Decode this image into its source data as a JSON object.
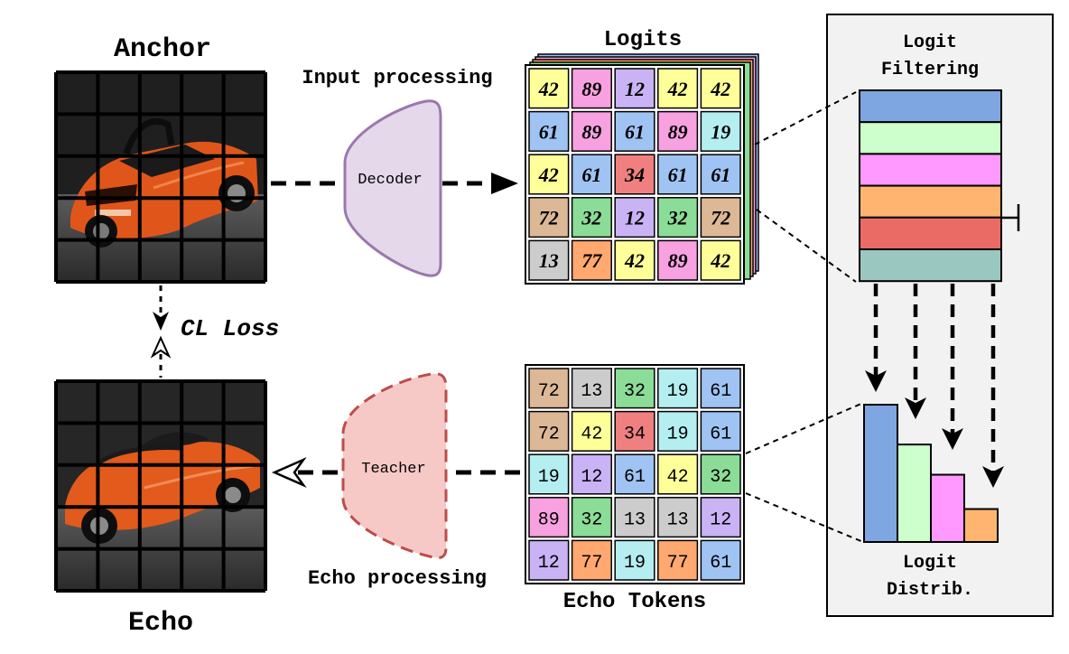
{
  "labels": {
    "anchor": "Anchor",
    "echo": "Echo",
    "input_processing": "Input processing",
    "echo_processing": "Echo processing",
    "logits": "Logits",
    "echo_tokens": "Echo Tokens",
    "cl_loss": "CL Loss",
    "decoder": "Decoder",
    "teacher": "Teacher",
    "logit_filtering_line1": "Logit",
    "logit_filtering_line2": "Filtering",
    "logit_distrib_line1": "Logit",
    "logit_distrib_line2": "Distrib."
  },
  "colors": {
    "yellow": "#FFFF99",
    "pink": "#F7A1E0",
    "purple": "#C9B3F5",
    "blue": "#9FC3F2",
    "cyan": "#B4EEF0",
    "red": "#F08080",
    "tan": "#DDB896",
    "green": "#8BDC97",
    "gray": "#CCCCCC",
    "orange": "#FFA870",
    "decoder_fill": "#E4D8EA",
    "decoder_stroke": "#9A78AE",
    "teacher_fill": "#F6C9C6",
    "teacher_stroke": "#BD4C4A",
    "panel_fill": "#F2F2F2",
    "car_orange": "#E25A1C",
    "photo_dark": "#3A3A3A"
  },
  "logits_grid": [
    [
      {
        "v": "42",
        "c": "yellow"
      },
      {
        "v": "89",
        "c": "pink"
      },
      {
        "v": "12",
        "c": "purple"
      },
      {
        "v": "42",
        "c": "yellow"
      },
      {
        "v": "42",
        "c": "yellow"
      }
    ],
    [
      {
        "v": "61",
        "c": "blue"
      },
      {
        "v": "89",
        "c": "pink"
      },
      {
        "v": "61",
        "c": "blue"
      },
      {
        "v": "89",
        "c": "pink"
      },
      {
        "v": "19",
        "c": "cyan"
      }
    ],
    [
      {
        "v": "42",
        "c": "yellow"
      },
      {
        "v": "61",
        "c": "blue"
      },
      {
        "v": "34",
        "c": "red"
      },
      {
        "v": "61",
        "c": "blue"
      },
      {
        "v": "61",
        "c": "blue"
      }
    ],
    [
      {
        "v": "72",
        "c": "tan"
      },
      {
        "v": "32",
        "c": "green"
      },
      {
        "v": "12",
        "c": "purple"
      },
      {
        "v": "32",
        "c": "green"
      },
      {
        "v": "72",
        "c": "tan"
      }
    ],
    [
      {
        "v": "13",
        "c": "gray"
      },
      {
        "v": "77",
        "c": "orange"
      },
      {
        "v": "42",
        "c": "yellow"
      },
      {
        "v": "89",
        "c": "pink"
      },
      {
        "v": "42",
        "c": "yellow"
      }
    ]
  ],
  "echo_tokens_grid": [
    [
      {
        "v": "72",
        "c": "tan"
      },
      {
        "v": "13",
        "c": "gray"
      },
      {
        "v": "32",
        "c": "green"
      },
      {
        "v": "19",
        "c": "cyan"
      },
      {
        "v": "61",
        "c": "blue"
      }
    ],
    [
      {
        "v": "72",
        "c": "tan"
      },
      {
        "v": "42",
        "c": "yellow"
      },
      {
        "v": "34",
        "c": "red"
      },
      {
        "v": "19",
        "c": "cyan"
      },
      {
        "v": "61",
        "c": "blue"
      }
    ],
    [
      {
        "v": "19",
        "c": "cyan"
      },
      {
        "v": "12",
        "c": "purple"
      },
      {
        "v": "61",
        "c": "blue"
      },
      {
        "v": "42",
        "c": "yellow"
      },
      {
        "v": "32",
        "c": "green"
      }
    ],
    [
      {
        "v": "89",
        "c": "pink"
      },
      {
        "v": "32",
        "c": "green"
      },
      {
        "v": "13",
        "c": "gray"
      },
      {
        "v": "13",
        "c": "gray"
      },
      {
        "v": "12",
        "c": "purple"
      }
    ],
    [
      {
        "v": "12",
        "c": "purple"
      },
      {
        "v": "77",
        "c": "orange"
      },
      {
        "v": "19",
        "c": "cyan"
      },
      {
        "v": "77",
        "c": "orange"
      },
      {
        "v": "61",
        "c": "blue"
      }
    ]
  ],
  "filter_bars": [
    "#7EA6E0",
    "#CCFFCC",
    "#FF99FF",
    "#FFB570",
    "#EA6B66",
    "#9AC7BF"
  ],
  "distribution": {
    "colors": [
      "#7EA6E0",
      "#CCFFCC",
      "#FF99FF",
      "#FFB570"
    ],
    "values": [
      1.0,
      0.71,
      0.49,
      0.24
    ]
  }
}
